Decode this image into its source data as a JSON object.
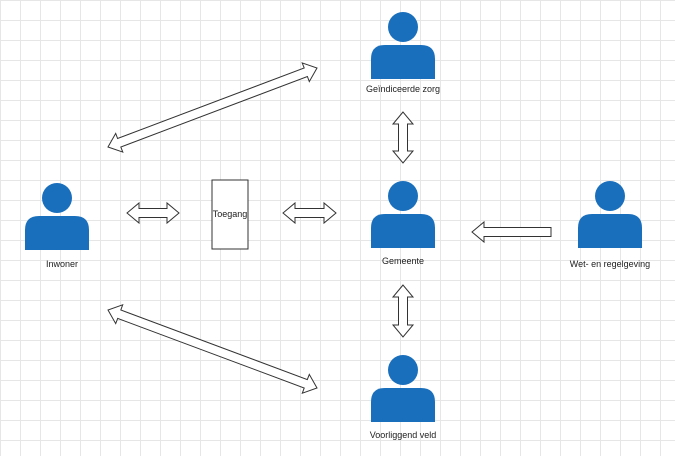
{
  "colors": {
    "person": "#1a6fbd",
    "stroke": "#333333",
    "arrow_fill": "#ffffff",
    "box_fill": "#ffffff"
  },
  "nodes": {
    "inwoner": {
      "label": "Inwoner",
      "icon": "person-icon"
    },
    "geindiceerde_zorg": {
      "label": "Geïndiceerde zorg",
      "icon": "person-icon"
    },
    "gemeente": {
      "label": "Gemeente",
      "icon": "person-icon"
    },
    "wet_regelgeving": {
      "label": "Wet- en regelgeving",
      "icon": "person-icon"
    },
    "voorliggend_veld": {
      "label": "Voorliggend veld",
      "icon": "person-icon"
    },
    "toegang": {
      "label": "Toegang",
      "icon": "rectangle-shape"
    }
  },
  "arrows": [
    {
      "name": "inwoner-geindiceerde-zorg-arrow",
      "kind": "double"
    },
    {
      "name": "inwoner-toegang-arrow",
      "kind": "double"
    },
    {
      "name": "toegang-gemeente-arrow",
      "kind": "double"
    },
    {
      "name": "geindiceerde-zorg-gemeente-arrow",
      "kind": "double"
    },
    {
      "name": "regelgeving-gemeente-arrow",
      "kind": "single"
    },
    {
      "name": "gemeente-voorliggend-veld-arrow",
      "kind": "double"
    },
    {
      "name": "inwoner-voorliggend-veld-arrow",
      "kind": "double"
    }
  ]
}
